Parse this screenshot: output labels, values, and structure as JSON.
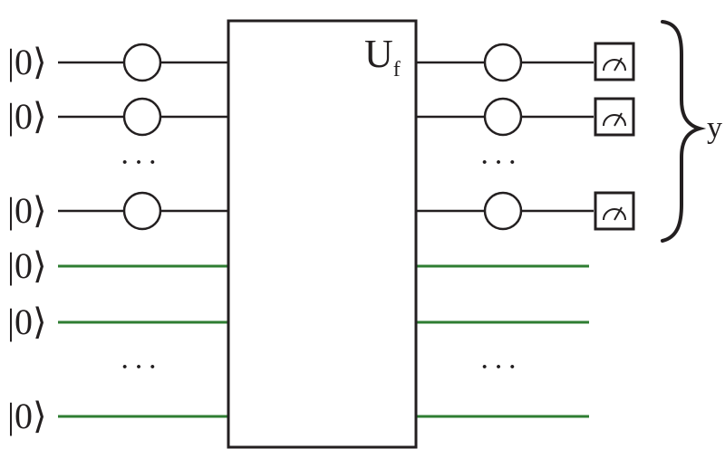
{
  "diagram": {
    "input_kets": [
      "|0⟩",
      "|0⟩",
      "|0⟩",
      "|0⟩",
      "|0⟩",
      "|0⟩"
    ],
    "gate": {
      "label_main": "U",
      "label_sub": "f"
    },
    "ellipsis": "···",
    "output_brace_label": "y",
    "colors": {
      "wire_dark": "#231f20",
      "wire_green": "#2e7d32",
      "box_stroke": "#231f20",
      "background": "#ffffff"
    },
    "icons": {
      "gate_circle": "circle-gate-icon",
      "meter": "measurement-meter-icon",
      "brace": "right-curly-brace-icon"
    }
  }
}
